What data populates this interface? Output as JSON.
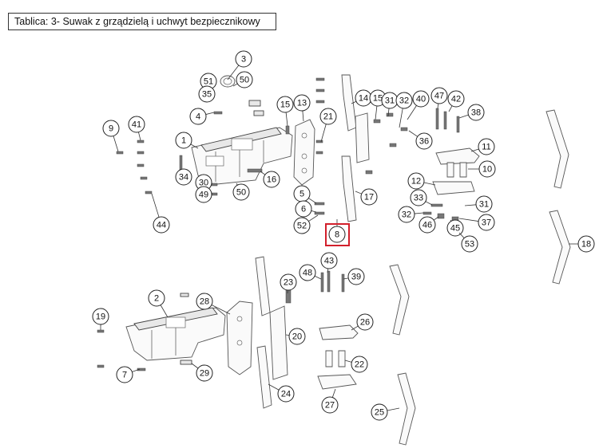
{
  "header": {
    "title": "Tablica: 3- Suwak z grządzielą i uchwyt bezpiecznikowy"
  },
  "highlighted_part": "8",
  "highlight_color": "#d21f2b",
  "callouts": [
    {
      "id": "c3",
      "label": "3"
    },
    {
      "id": "c51",
      "label": "51"
    },
    {
      "id": "c50a",
      "label": "50"
    },
    {
      "id": "c35",
      "label": "35"
    },
    {
      "id": "c4",
      "label": "4"
    },
    {
      "id": "c15a",
      "label": "15"
    },
    {
      "id": "c13",
      "label": "13"
    },
    {
      "id": "c14",
      "label": "14"
    },
    {
      "id": "c15b",
      "label": "15"
    },
    {
      "id": "c31a",
      "label": "31"
    },
    {
      "id": "c32a",
      "label": "32"
    },
    {
      "id": "c40",
      "label": "40"
    },
    {
      "id": "c47",
      "label": "47"
    },
    {
      "id": "c42",
      "label": "42"
    },
    {
      "id": "c38",
      "label": "38"
    },
    {
      "id": "c9",
      "label": "9"
    },
    {
      "id": "c41",
      "label": "41"
    },
    {
      "id": "c1",
      "label": "1"
    },
    {
      "id": "c21",
      "label": "21"
    },
    {
      "id": "c36",
      "label": "36"
    },
    {
      "id": "c11",
      "label": "11"
    },
    {
      "id": "c10",
      "label": "10"
    },
    {
      "id": "c34",
      "label": "34"
    },
    {
      "id": "c30",
      "label": "30"
    },
    {
      "id": "c16",
      "label": "16"
    },
    {
      "id": "c49",
      "label": "49"
    },
    {
      "id": "c50b",
      "label": "50"
    },
    {
      "id": "c5",
      "label": "5"
    },
    {
      "id": "c12",
      "label": "12"
    },
    {
      "id": "c17",
      "label": "17"
    },
    {
      "id": "c33",
      "label": "33"
    },
    {
      "id": "c31b",
      "label": "31"
    },
    {
      "id": "c6",
      "label": "6"
    },
    {
      "id": "c32b",
      "label": "32"
    },
    {
      "id": "c37",
      "label": "37"
    },
    {
      "id": "c52",
      "label": "52"
    },
    {
      "id": "c46",
      "label": "46"
    },
    {
      "id": "c45",
      "label": "45"
    },
    {
      "id": "c44",
      "label": "44"
    },
    {
      "id": "c8",
      "label": "8"
    },
    {
      "id": "c53",
      "label": "53"
    },
    {
      "id": "c18",
      "label": "18"
    },
    {
      "id": "c43",
      "label": "43"
    },
    {
      "id": "c48",
      "label": "48"
    },
    {
      "id": "c39",
      "label": "39"
    },
    {
      "id": "c23",
      "label": "23"
    },
    {
      "id": "c2",
      "label": "2"
    },
    {
      "id": "c28",
      "label": "28"
    },
    {
      "id": "c26",
      "label": "26"
    },
    {
      "id": "c19",
      "label": "19"
    },
    {
      "id": "c20",
      "label": "20"
    },
    {
      "id": "c22",
      "label": "22"
    },
    {
      "id": "c7",
      "label": "7"
    },
    {
      "id": "c29",
      "label": "29"
    },
    {
      "id": "c24",
      "label": "24"
    },
    {
      "id": "c27",
      "label": "27"
    },
    {
      "id": "c25",
      "label": "25"
    }
  ]
}
